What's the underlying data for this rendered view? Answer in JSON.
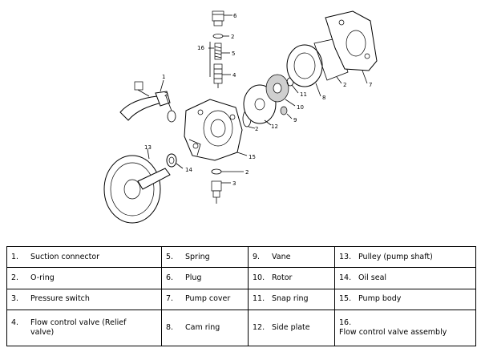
{
  "diagram": {
    "callouts": [
      "1",
      "2",
      "3",
      "4",
      "5",
      "6",
      "7",
      "8",
      "9",
      "10",
      "11",
      "12",
      "13",
      "14",
      "15",
      "16"
    ]
  },
  "legend": {
    "rows": [
      [
        {
          "num": "1.",
          "label": "Suction connector"
        },
        {
          "num": "5.",
          "label": "Spring"
        },
        {
          "num": "9.",
          "label": "Vane"
        },
        {
          "num": "13.",
          "label": "Pulley (pump shaft)"
        }
      ],
      [
        {
          "num": "2.",
          "label": "O-ring"
        },
        {
          "num": "6.",
          "label": "Plug"
        },
        {
          "num": "10.",
          "label": "Rotor"
        },
        {
          "num": "14.",
          "label": "Oil seal"
        }
      ],
      [
        {
          "num": "3.",
          "label": "Pressure switch"
        },
        {
          "num": "7.",
          "label": "Pump cover"
        },
        {
          "num": "11.",
          "label": "Snap ring"
        },
        {
          "num": "15.",
          "label": "Pump body"
        }
      ],
      [
        {
          "num": "4.",
          "label": "Flow control valve (Relief valve)"
        },
        {
          "num": "8.",
          "label": "Cam ring"
        },
        {
          "num": "12.",
          "label": "Side plate"
        },
        {
          "num": "16.",
          "label": "Flow control valve assembly"
        }
      ]
    ]
  }
}
